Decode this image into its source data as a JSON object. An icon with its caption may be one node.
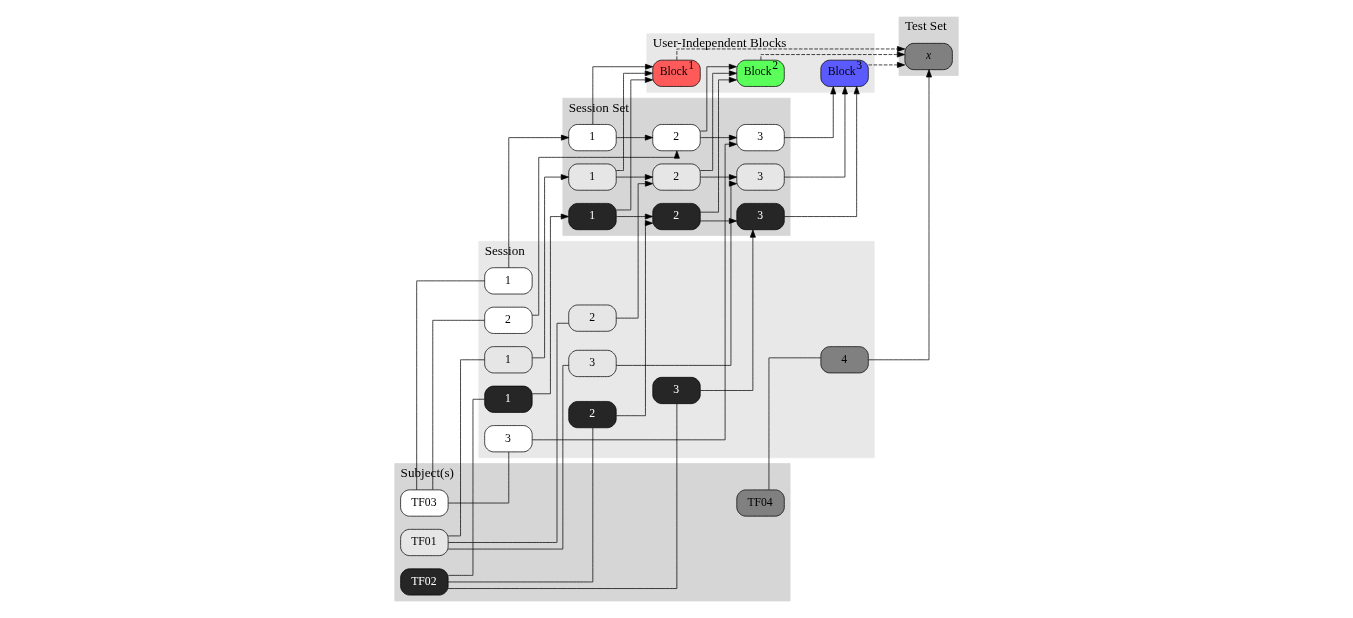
{
  "diagram": {
    "nodes": [
      {
        "text": [
          "Subject(s)"
        ]
      },
      {
        "text": [
          "Session"
        ]
      },
      {
        "text": [
          "Session Set"
        ]
      },
      {
        "text": [
          "User-Independent Blocks"
        ]
      },
      {
        "text": [
          "Test Set"
        ]
      },
      {
        "text": [
          "TF01"
        ],
        "in": 0
      },
      {
        "text": [
          "TF02"
        ],
        "in": 0
      },
      {
        "text": [
          "TF03"
        ],
        "in": 0
      },
      {
        "text": [
          "TF04"
        ],
        "in": 0
      },
      {
        "text": [
          "1"
        ],
        "in": 1
      },
      {
        "text": [
          "2"
        ],
        "in": 1
      },
      {
        "text": [
          "3"
        ],
        "in": 1
      },
      {
        "text": [
          "1"
        ],
        "in": 1
      },
      {
        "text": [
          "2"
        ],
        "in": 1
      },
      {
        "text": [
          "3"
        ],
        "in": 1
      },
      {
        "text": [
          "1"
        ],
        "in": 1
      },
      {
        "text": [
          "2"
        ],
        "in": 1
      },
      {
        "text": [
          "3"
        ],
        "in": 1
      },
      {
        "text": [
          "4"
        ],
        "in": 1
      },
      {
        "text": [
          "1"
        ],
        "in": 2
      },
      {
        "text": [
          "2"
        ],
        "in": 2
      },
      {
        "text": [
          "3"
        ],
        "in": 2
      },
      {
        "text": [
          "1"
        ],
        "in": 2
      },
      {
        "text": [
          "2"
        ],
        "in": 2
      },
      {
        "text": [
          "3"
        ],
        "in": 2
      },
      {
        "text": [
          "1"
        ],
        "in": 2
      },
      {
        "text": [
          "2"
        ],
        "in": 2
      },
      {
        "text": [
          "3"
        ],
        "in": 2
      },
      {
        "text": [
          "Block$^{1}$"
        ],
        "in": 3
      },
      {
        "text": [
          "Block$^{2}$"
        ],
        "in": 3
      },
      {
        "text": [
          "Block$^{3}$"
        ],
        "in": 3
      },
      {
        "text": [
          "*x*"
        ],
        "in": 4
      }
    ],
    "edges": [
      {
        "from": 5,
        "to": 9,
        "arrow": "none"
      },
      {
        "from": 5,
        "to": 10,
        "arrow": "none"
      },
      {
        "from": 5,
        "to": 11,
        "arrow": "none"
      },
      {
        "from": 6,
        "to": 12,
        "arrow": "none"
      },
      {
        "from": 6,
        "to": 13,
        "arrow": "none"
      },
      {
        "from": 6,
        "to": 14,
        "arrow": "none"
      },
      {
        "from": 7,
        "to": 15,
        "arrow": "none"
      },
      {
        "from": 7,
        "to": 16,
        "arrow": "none"
      },
      {
        "from": 7,
        "to": 17,
        "arrow": "none"
      },
      {
        "from": 8,
        "to": 18,
        "arrow": "none"
      },
      {
        "from": 9,
        "to": 19,
        "arrow": "to"
      },
      {
        "from": 10,
        "to": 20,
        "arrow": "to"
      },
      {
        "from": 19,
        "to": 20,
        "arrow": "to"
      },
      {
        "from": 11,
        "to": 21,
        "arrow": "to"
      },
      {
        "from": 20,
        "to": 21,
        "arrow": "to"
      },
      {
        "from": 12,
        "to": 22,
        "arrow": "to"
      },
      {
        "from": 13,
        "to": 23,
        "arrow": "to"
      },
      {
        "from": 22,
        "to": 23,
        "arrow": "to"
      },
      {
        "from": 14,
        "to": 24,
        "arrow": "to"
      },
      {
        "from": 23,
        "to": 24,
        "arrow": "to"
      },
      {
        "from": 15,
        "to": 25,
        "arrow": "to"
      },
      {
        "from": 16,
        "to": 26,
        "arrow": "to"
      },
      {
        "from": 25,
        "to": 26,
        "arrow": "to"
      },
      {
        "from": 17,
        "to": 27,
        "arrow": "to"
      },
      {
        "from": 26,
        "to": 27,
        "arrow": "to"
      },
      {
        "from": 19,
        "to": 28,
        "arrow": "to"
      },
      {
        "from": 22,
        "to": 28,
        "arrow": "to"
      },
      {
        "from": 25,
        "to": 28,
        "arrow": "to"
      },
      {
        "from": 20,
        "to": 29,
        "arrow": "to"
      },
      {
        "from": 23,
        "to": 29,
        "arrow": "to"
      },
      {
        "from": 26,
        "to": 29,
        "arrow": "to"
      },
      {
        "from": 21,
        "to": 30,
        "arrow": "to"
      },
      {
        "from": 24,
        "to": 30,
        "arrow": "to"
      },
      {
        "from": 27,
        "to": 30,
        "arrow": "to"
      },
      {
        "from": 28,
        "to": 31,
        "arrow": "to",
        "style": "dashed"
      },
      {
        "from": 29,
        "to": 31,
        "arrow": "to",
        "style": "dashed"
      },
      {
        "from": 30,
        "to": 31,
        "arrow": "to",
        "style": "dashed"
      },
      {
        "from": 18,
        "to": 31,
        "arrow": "to"
      }
    ]
  }
}
